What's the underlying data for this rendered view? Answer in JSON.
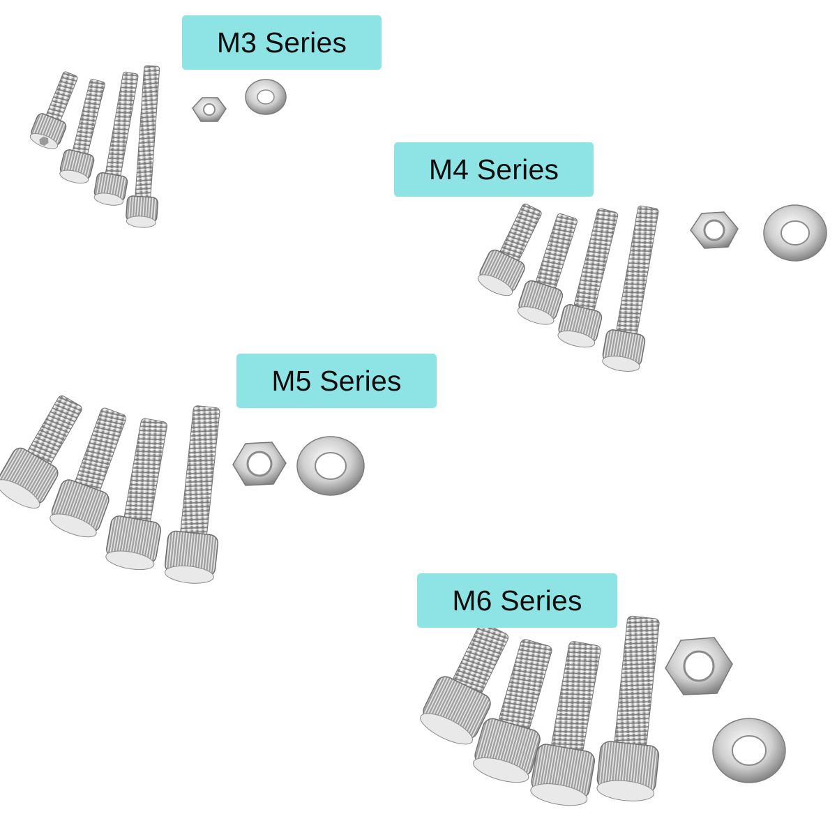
{
  "labels": {
    "m3": "M3 Series",
    "m4": "M4 Series",
    "m5": "M5 Series",
    "m6": "M6 Series"
  },
  "colors": {
    "label_background": "#8ee4e4",
    "label_text": "#0d0d0d",
    "metal_light": "#f4f4f4",
    "metal_dark": "#8a8a8a",
    "background": "#ffffff"
  },
  "groups": [
    {
      "series": "M3",
      "screws": 4,
      "nuts": 1,
      "washers": 1
    },
    {
      "series": "M4",
      "screws": 4,
      "nuts": 1,
      "washers": 1
    },
    {
      "series": "M5",
      "screws": 4,
      "nuts": 1,
      "washers": 1
    },
    {
      "series": "M6",
      "screws": 4,
      "nuts": 1,
      "washers": 1
    }
  ]
}
